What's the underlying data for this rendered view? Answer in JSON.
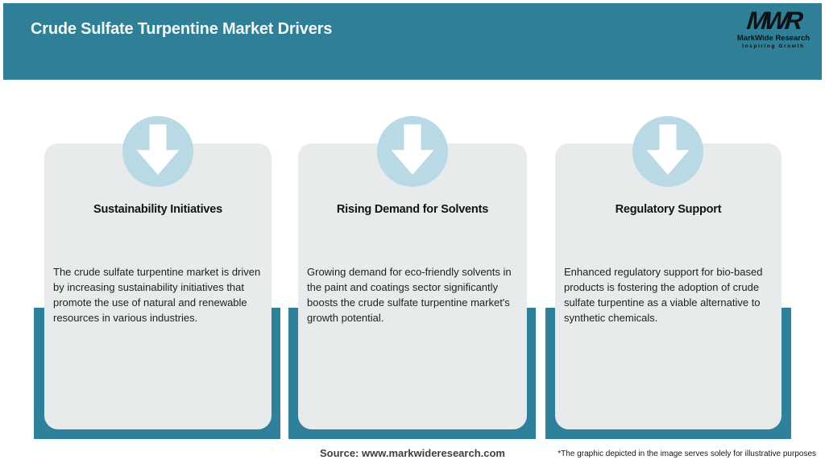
{
  "header": {
    "title": "Crude Sulfate Turpentine Market Drivers",
    "logo": {
      "monogram": "MWR",
      "name": "MarkWide Research",
      "tagline": "Inspiring Growth"
    }
  },
  "cards": [
    {
      "icon": "down-arrow-icon",
      "title": "Sustainability Initiatives",
      "body": "The crude sulfate turpentine market is driven by increasing sustainability initiatives that promote the use of natural and renewable resources in various industries."
    },
    {
      "icon": "down-arrow-icon",
      "title": "Rising Demand for Solvents",
      "body": "Growing demand for eco-friendly solvents in the paint and coatings sector significantly boosts the crude sulfate turpentine market's growth potential."
    },
    {
      "icon": "down-arrow-icon",
      "title": "Regulatory Support",
      "body": "Enhanced regulatory support for bio-based products is fostering the adoption of crude sulfate turpentine as a viable alternative to synthetic chemicals."
    }
  ],
  "footer": {
    "source": "Source: www.markwideresearch.com",
    "disclaimer": "*The graphic depicted in the image serves solely for illustrative purposes"
  },
  "colors": {
    "header_teal": "#2F7F96",
    "shadow_teal": "#2F819B",
    "card_bg": "#E8EBEB",
    "badge_blue": "#B9DAE4",
    "arrow_white": "#FFFFFF"
  }
}
